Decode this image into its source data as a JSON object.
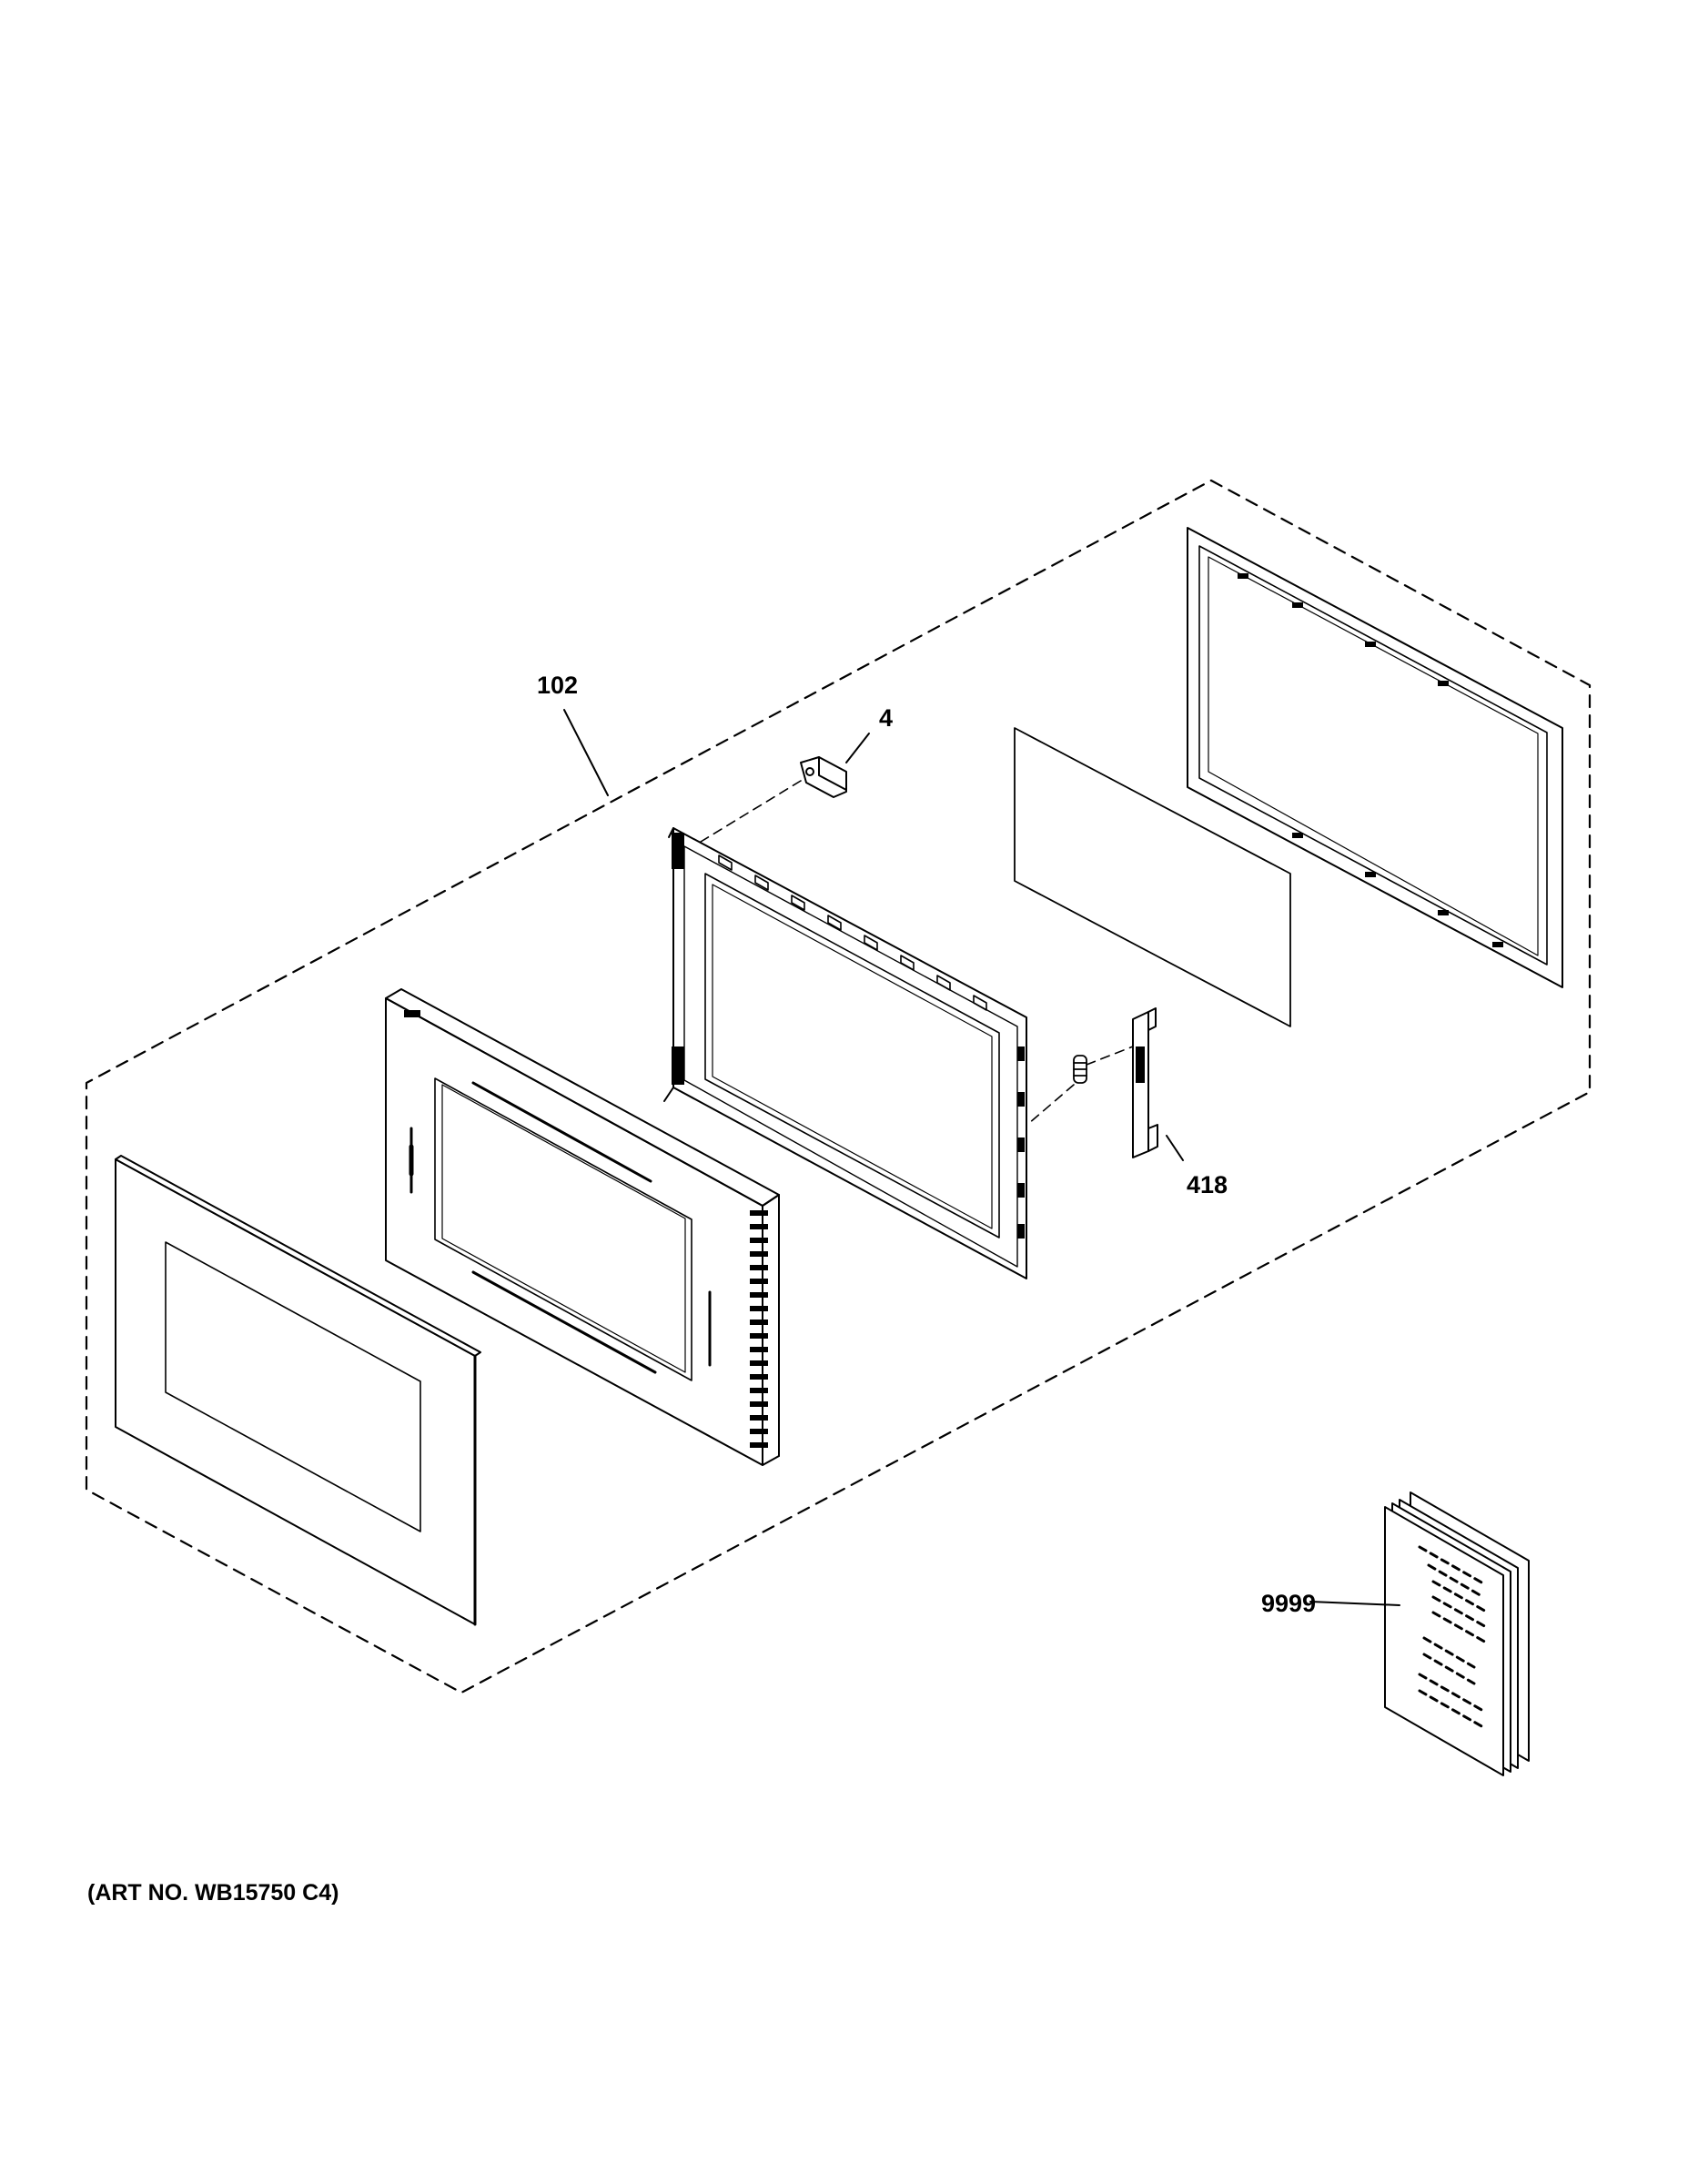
{
  "callouts": {
    "assembly": "102",
    "hinge": "4",
    "latch": "418",
    "literature": "9999"
  },
  "art_number": "(ART NO. WB15750 C4)"
}
